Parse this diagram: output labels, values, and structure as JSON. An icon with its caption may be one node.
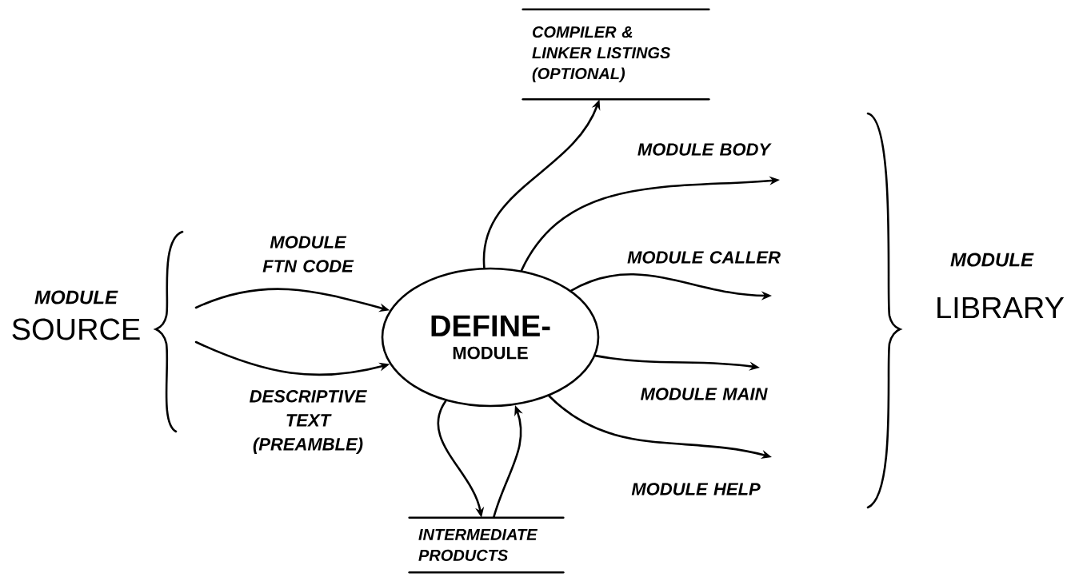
{
  "diagram": {
    "nodes": [
      {
        "text": [
          "DEFINE-",
          "MODULE"
        ]
      },
      {
        "text": [
          "COMPILER & LINKER LISTINGS (OPTIONAL)"
        ]
      },
      {
        "text": [
          "INTERMEDIATE PRODUCTS"
        ]
      }
    ],
    "edges": [
      {
        "from": null,
        "to": 0,
        "arrow": "to",
        "label": "MODULE FTN CODE"
      },
      {
        "from": null,
        "to": 0,
        "arrow": "to",
        "label": "DESCRIPTIVE TEXT (PREAMBLE)"
      },
      {
        "from": 0,
        "to": 1,
        "arrow": "to"
      },
      {
        "from": 0,
        "to": null,
        "arrow": "to",
        "label": "MODULE BODY"
      },
      {
        "from": 0,
        "to": null,
        "arrow": "to",
        "label": "MODULE CALLER"
      },
      {
        "from": 0,
        "to": null,
        "arrow": "to",
        "label": "MODULE MAIN"
      },
      {
        "from": 0,
        "to": null,
        "arrow": "to",
        "label": "MODULE HELP"
      },
      {
        "from": 0,
        "to": 2,
        "arrow": "to"
      },
      {
        "from": 2,
        "to": 0,
        "arrow": "to"
      }
    ],
    "labels": [
      "MODULE",
      "SOURCE",
      "MODULE",
      "LIBRARY"
    ]
  }
}
